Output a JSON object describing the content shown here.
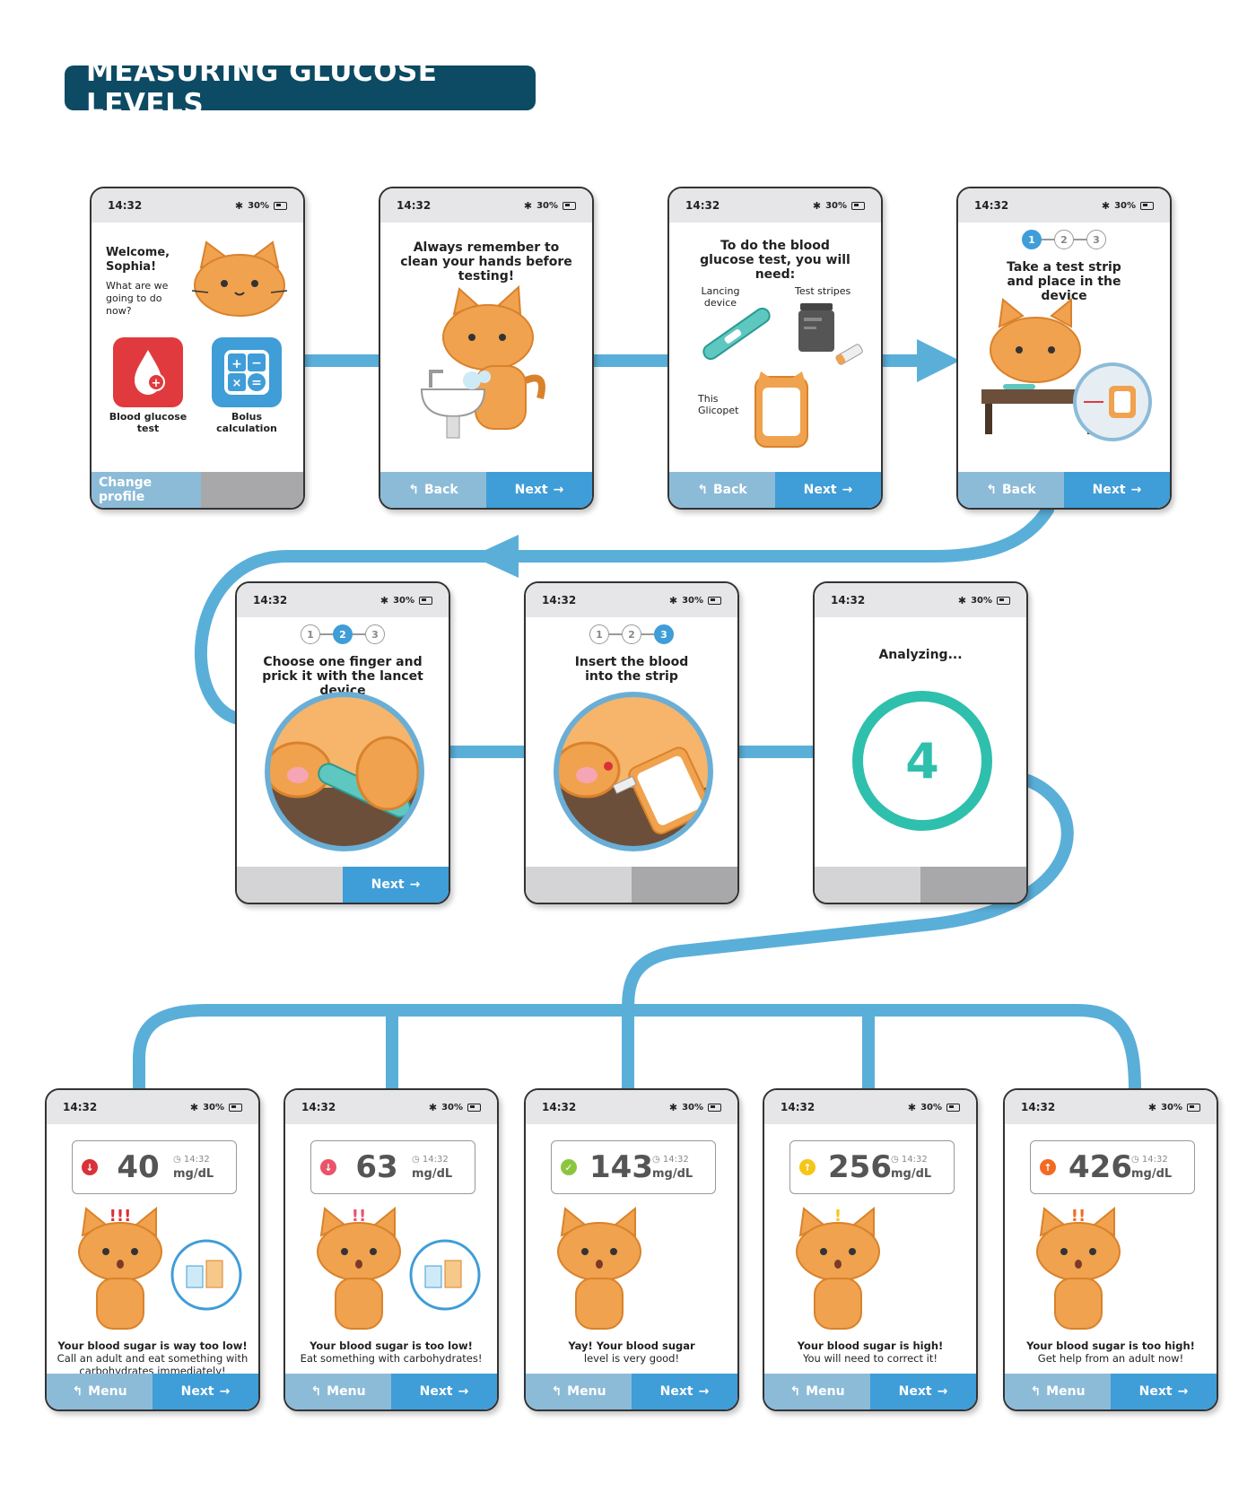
{
  "title": "MEASURING GLUCOSE LEVELS",
  "status": {
    "time": "14:32",
    "battery": "30%"
  },
  "screens": {
    "welcome": {
      "greeting": "Welcome, Sophia!",
      "question": "What are we going to do now?",
      "option1": "Blood glucose test",
      "option2": "Bolus calculation",
      "footer_left": "Change profile"
    },
    "wash": {
      "heading": "Always remember to clean your hands before testing!",
      "back": "Back",
      "next": "Next"
    },
    "need": {
      "heading": "To do the blood glucose test, you will need:",
      "lancing": "Lancing device",
      "strips": "Test stripes",
      "device": "This Glicopet",
      "back": "Back",
      "next": "Next"
    },
    "step1": {
      "heading": "Take a test strip and place in the device",
      "back": "Back",
      "next": "Next"
    },
    "step2": {
      "heading": "Choose one finger and prick it with the lancet device",
      "next": "Next"
    },
    "step3": {
      "heading": "Insert the blood into the strip"
    },
    "analyzing": {
      "heading": "Analyzing...",
      "countdown": "4"
    },
    "steps": [
      "1",
      "2",
      "3"
    ]
  },
  "results": [
    {
      "value": "40",
      "time": "14:32",
      "unit": "mg/dL",
      "color": "#d9313a",
      "alert": "!!!",
      "msg1": "Your blood sugar is way too low!",
      "msg2": "Call an adult and eat something with carbohydrates immediately!"
    },
    {
      "value": "63",
      "time": "14:32",
      "unit": "mg/dL",
      "color": "#e8546a",
      "alert": "!!",
      "msg1": "Your blood sugar is too low!",
      "msg2": "Eat something with carbohydrates!"
    },
    {
      "value": "143",
      "time": "14:32",
      "unit": "mg/dL",
      "color": "#8cc63f",
      "alert": "",
      "msg1": "Yay! Your blood sugar",
      "msg2": "level is very good!"
    },
    {
      "value": "256",
      "time": "14:32",
      "unit": "mg/dL",
      "color": "#f5c518",
      "alert": "!",
      "msg1": "Your blood sugar is high!",
      "msg2": "You will need to correct it!"
    },
    {
      "value": "426",
      "time": "14:32",
      "unit": "mg/dL",
      "color": "#f26b21",
      "alert": "!!",
      "msg1": "Your blood sugar is too high!",
      "msg2": "Get help from an adult now!"
    }
  ],
  "result_footer": {
    "menu": "Menu",
    "next": "Next"
  },
  "colors": {
    "banner": "#0d4a63",
    "connector": "#5aafd9",
    "next": "#3f9dd8",
    "back": "#8cbbd8",
    "cat": "#f0a24e",
    "teal": "#2fbfad"
  }
}
